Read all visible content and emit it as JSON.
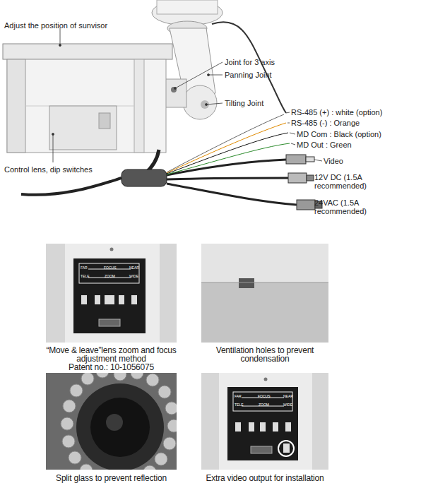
{
  "diagram": {
    "nodes": [
      {
        "text": [
          "“Move & leave”lens zoom and focus adjustment method",
          "Patent no.: 10-1056075"
        ]
      },
      {
        "text": [
          "Ventilation holes to prevent condensation"
        ]
      },
      {
        "text": [
          "Split glass to prevent reflection"
        ]
      },
      {
        "text": [
          "Extra video output for installation"
        ]
      }
    ],
    "labels": [
      "Adjust the position of sunvisor",
      "Joint for 3 axis",
      "Panning Joint",
      "Tilting Joint",
      "RS-485 (+) : white (option)",
      "RS-485 (-) : Orange",
      "MD Com : Black (option)",
      "MD Out : Green",
      "Video",
      "12V DC (1.5A recommended)",
      "Control lens, dip switches",
      "24VAC (1.5A recommended)",
      "FAR",
      "TELE",
      "FOCUS",
      "ZOOM",
      "NEAR",
      "WIDE",
      "FAR",
      "TELE",
      "FOCUS",
      "ZOOM",
      "NEAR",
      "WIDE"
    ]
  }
}
